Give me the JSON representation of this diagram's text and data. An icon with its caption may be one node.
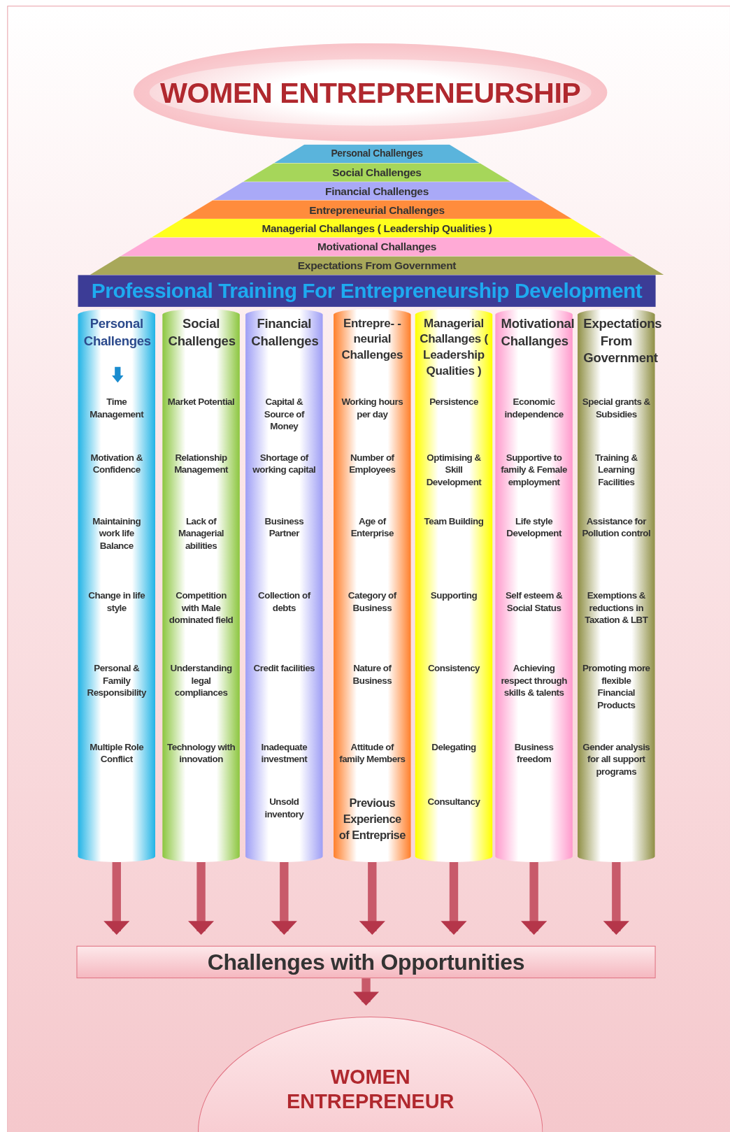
{
  "diagram": {
    "nodes": [
      {
        "text": [
          "WOMEN ENTREPRENEURSHIP"
        ]
      },
      {
        "text": [
          "Personal Challenges"
        ]
      },
      {
        "text": [
          "Social Challenges"
        ]
      },
      {
        "text": [
          "Financial Challenges"
        ]
      },
      {
        "text": [
          "Entrepreneurial Challenges"
        ]
      },
      {
        "text": [
          "Managerial Challanges ( Leadership Qualities )"
        ]
      },
      {
        "text": [
          "Motivational Challanges"
        ]
      },
      {
        "text": [
          "Expectations From  Government"
        ]
      },
      {
        "text": [
          "Professional Training For Entrepreneurship Development"
        ]
      },
      {
        "text": [
          "Personal Challenges",
          "Time Management",
          "Motivation & Confidence",
          "Maintaining work life Balance",
          "Change in life style",
          "Personal & Family Responsibility",
          "Multiple Role Conflict"
        ]
      },
      {
        "text": [
          "Social Challenges",
          "Market Potential",
          "Relationship Management",
          "Lack of Managerial abilities",
          "Competition with Male dominated field",
          "Understanding legal compliances",
          "Technology with innovation"
        ]
      },
      {
        "text": [
          "Financial Challenges",
          "Capital & Source of Money",
          "Shortage of working capital",
          "Business Partner",
          "Collection of debts",
          "Credit facilities",
          "Inadequate investment",
          "Unsold inventory"
        ]
      },
      {
        "text": [
          "Entrepre- - neurial Challenges",
          "Working hours per day",
          "Number of Employees",
          "Age of Enterprise",
          "Category of Business",
          "Nature of Business",
          "Attitude of family Members",
          "Previous Experience of Entreprise"
        ]
      },
      {
        "text": [
          "Managerial Challanges ( Leadership Qualities )",
          "Persistence",
          "Optimising & Skill Development",
          "Team Building",
          "Supporting",
          "Consistency",
          "Delegating",
          "Consultancy"
        ]
      },
      {
        "text": [
          "Motivational Challanges",
          "Economic independence",
          "Supportive to family & Female employment",
          "Life style Development",
          "Self esteem & Social Status",
          "Achieving respect through skills & talents",
          "Business freedom"
        ]
      },
      {
        "text": [
          "Expectations From Government",
          "Special grants & Subsidies",
          "Training & Learning Facilities",
          "Assistance for Pollution control",
          "Exemptions & reductions in Taxation & LBT",
          "Promoting more flexible Financial Products",
          "Gender analysis for all support programs"
        ]
      },
      {
        "text": [
          "Challenges with Opportunities"
        ]
      },
      {
        "text": [
          "WOMEN ENTREPRENEUR"
        ]
      }
    ],
    "edges": [
      {
        "from": 9,
        "to": 16,
        "arrow": "to"
      },
      {
        "from": 10,
        "to": 16,
        "arrow": "to"
      },
      {
        "from": 11,
        "to": 16,
        "arrow": "to"
      },
      {
        "from": 12,
        "to": 16,
        "arrow": "to"
      },
      {
        "from": 13,
        "to": 16,
        "arrow": "to"
      },
      {
        "from": 14,
        "to": 16,
        "arrow": "to"
      },
      {
        "from": 15,
        "to": 16,
        "arrow": "to"
      },
      {
        "from": 16,
        "to": 17,
        "arrow": "to"
      }
    ]
  }
}
